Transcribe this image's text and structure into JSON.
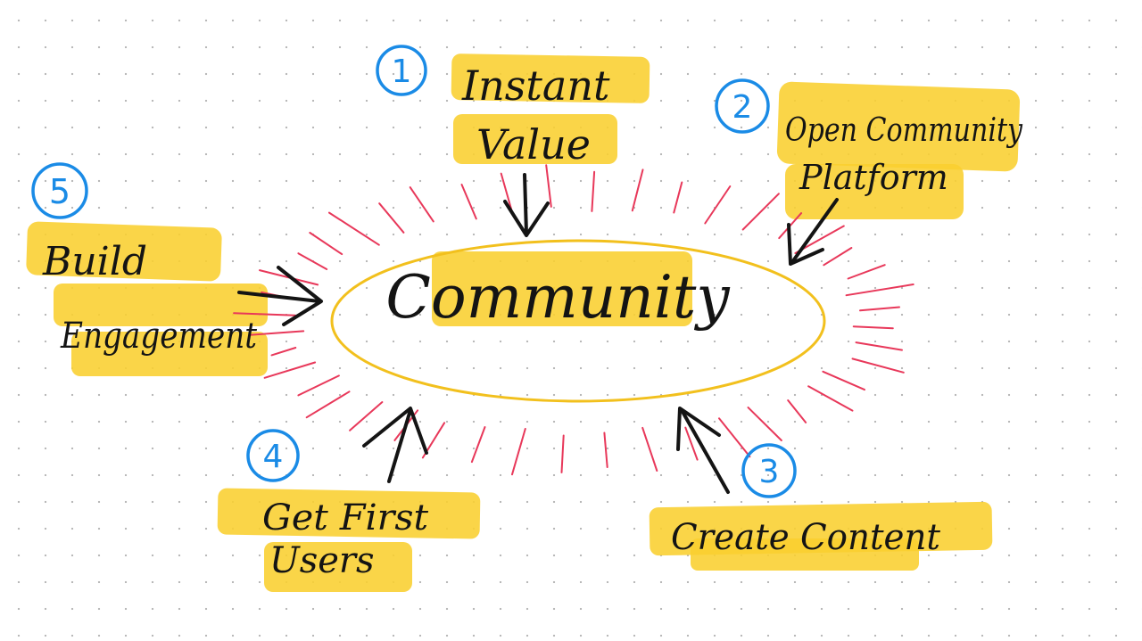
{
  "center": {
    "label": "Community"
  },
  "steps": [
    {
      "number": "1",
      "line1": "Instant",
      "line2": "Value"
    },
    {
      "number": "2",
      "line1": "Open Community",
      "line2": "Platform"
    },
    {
      "number": "3",
      "line1": "Create Content",
      "line2": ""
    },
    {
      "number": "4",
      "line1": "Get First",
      "line2": "Users"
    },
    {
      "number": "5",
      "line1": "Build",
      "line2": "Engagement"
    }
  ],
  "colors": {
    "highlight": "#f9cf2f",
    "ellipse": "#f2c01d",
    "rays": "#e8385a",
    "numbers": "#1a8be6",
    "ink": "#141414"
  }
}
